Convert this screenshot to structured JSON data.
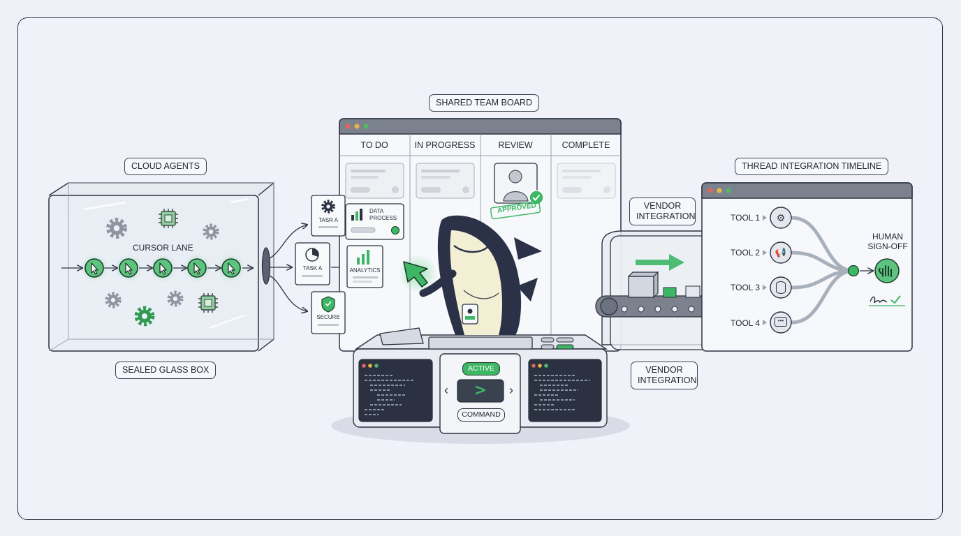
{
  "labels": {
    "cloud_agents": "CLOUD AGENTS",
    "sealed_glass_box": "SEALED GLASS BOX",
    "cursor_lane": "CURSOR LANE",
    "shared_team_board": "SHARED TEAM BOARD",
    "thread_timeline": "THREAD INTEGRATION TIMELINE",
    "vendor_integration_top": "VENDOR INTEGRATION",
    "vendor_integration_bottom": "VENDOR INTEGRATION",
    "human_signoff": "HUMAN SIGN-OFF"
  },
  "board": {
    "columns": [
      "TO DO",
      "IN PROGRESS",
      "REVIEW",
      "COMPLETE"
    ],
    "approved_stamp": "APPROVED"
  },
  "tasks": {
    "task_r": "TASR A",
    "task_a": "TASK A",
    "secure": "SECURE",
    "data_process": "DATA PROCESS",
    "analytics": "ANALYTICS"
  },
  "console": {
    "status": "ACTIVE",
    "command": "COMMAND",
    "prompt_glyph": ">",
    "left_glyph": "‹",
    "right_glyph": "›"
  },
  "tools": [
    "TOOL 1",
    "TOOL 2",
    "TOOL 3",
    "TOOL 4"
  ],
  "colors": {
    "accent_green": "#2fae5a",
    "outline": "#2c3340",
    "window_bar": "#7b818d",
    "shark_dark": "#2b3147",
    "shark_belly": "#f3efd4"
  }
}
